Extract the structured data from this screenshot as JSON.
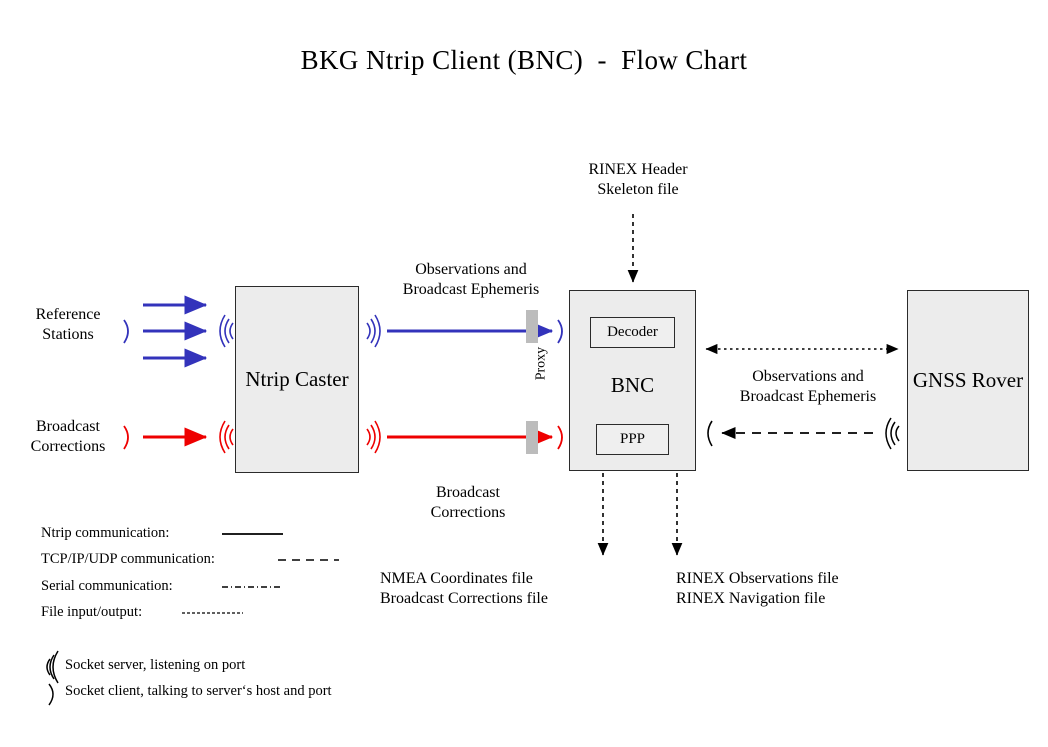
{
  "title": "BKG Ntrip Client (BNC)  -  Flow Chart",
  "nodes": {
    "ntrip_caster": "Ntrip\nCaster",
    "bnc": "BNC",
    "gnss_rover": "GNSS\nRover",
    "decoder": "Decoder",
    "ppp": "PPP",
    "proxy": "Proxy"
  },
  "labels": {
    "reference_stations": "Reference\nStations",
    "broadcast_corrections_left": "Broadcast\nCorrections",
    "observations_ephemeris_mid": "Observations and\nBroadcast Ephemeris",
    "broadcast_corrections_mid": "Broadcast\nCorrections",
    "rinex_header_skeleton": "RINEX Header\nSkeleton file",
    "observations_ephemeris_right": "Observations and\nBroadcast Ephemeris",
    "nmea_output": "NMEA Coordinates file\nBroadcast Corrections file",
    "rinex_output": "RINEX Observations file\nRINEX Navigation file"
  },
  "legend": {
    "items": [
      {
        "label": "Ntrip communication:",
        "style": "solid"
      },
      {
        "label": "TCP/IP/UDP communication:",
        "style": "dashed"
      },
      {
        "label": "Serial communication:",
        "style": "dash-dot"
      },
      {
        "label": "File input/output:",
        "style": "dotted"
      }
    ],
    "sockets": [
      {
        "glyph": "socket-server-icon",
        "label": "Socket server, listening on port"
      },
      {
        "glyph": "socket-client-icon",
        "label": "Socket client, talking to server‘s host and port"
      }
    ]
  },
  "colors": {
    "ntrip_blue": "#3333bb",
    "correction_red": "#ee0000",
    "node_fill": "#ececec",
    "node_border": "#2b2b2b",
    "proxy_bar": "#bcbcbc",
    "black": "#000000"
  },
  "chart_data": {
    "type": "diagram",
    "title": "BKG Ntrip Client (BNC)  -  Flow Chart",
    "nodes": [
      {
        "id": "reference-stations",
        "label": "Reference Stations",
        "kind": "source"
      },
      {
        "id": "broadcast-corrections-src",
        "label": "Broadcast Corrections",
        "kind": "source"
      },
      {
        "id": "ntrip-caster",
        "label": "Ntrip Caster",
        "kind": "box"
      },
      {
        "id": "bnc",
        "label": "BNC",
        "kind": "box",
        "children": [
          "Decoder",
          "PPP"
        ]
      },
      {
        "id": "proxy",
        "label": "Proxy",
        "kind": "gate"
      },
      {
        "id": "gnss-rover",
        "label": "GNSS Rover",
        "kind": "box"
      },
      {
        "id": "rinex-skeleton",
        "label": "RINEX Header Skeleton file",
        "kind": "file"
      },
      {
        "id": "nmea-out",
        "label": "NMEA Coordinates file / Broadcast Corrections file",
        "kind": "file"
      },
      {
        "id": "rinex-out",
        "label": "RINEX Observations file / RINEX Navigation file",
        "kind": "file"
      }
    ],
    "edges": [
      {
        "from": "reference-stations",
        "to": "ntrip-caster",
        "style": "solid",
        "color": "#3333bb",
        "label": ""
      },
      {
        "from": "broadcast-corrections-src",
        "to": "ntrip-caster",
        "style": "solid",
        "color": "#ee0000",
        "label": ""
      },
      {
        "from": "ntrip-caster",
        "to": "bnc",
        "style": "solid",
        "color": "#3333bb",
        "label": "Observations and Broadcast Ephemeris"
      },
      {
        "from": "ntrip-caster",
        "to": "bnc",
        "style": "solid",
        "color": "#ee0000",
        "label": "Broadcast Corrections"
      },
      {
        "from": "rinex-skeleton",
        "to": "bnc",
        "style": "dotted",
        "color": "#000000",
        "label": ""
      },
      {
        "from": "bnc",
        "to": "nmea-out",
        "style": "dotted",
        "color": "#000000",
        "label": ""
      },
      {
        "from": "bnc",
        "to": "rinex-out",
        "style": "dotted",
        "color": "#000000",
        "label": ""
      },
      {
        "from": "bnc",
        "to": "gnss-rover",
        "style": "dotted",
        "color": "#000000",
        "label": "",
        "bidirectional": true
      },
      {
        "from": "gnss-rover",
        "to": "bnc",
        "style": "dashed",
        "color": "#000000",
        "label": "Observations and Broadcast Ephemeris"
      }
    ]
  }
}
